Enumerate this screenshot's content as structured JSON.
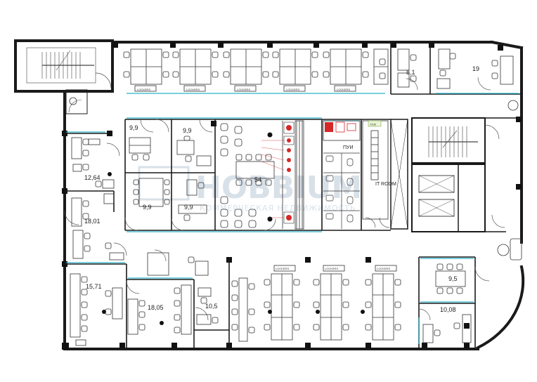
{
  "plan": {
    "rooms": [
      {
        "id": "r1",
        "label": "8,1"
      },
      {
        "id": "r2",
        "label": "19"
      },
      {
        "id": "r3",
        "label": "9,9"
      },
      {
        "id": "r4",
        "label": "9,9"
      },
      {
        "id": "r5",
        "label": "12,64"
      },
      {
        "id": "r6",
        "label": "9,9"
      },
      {
        "id": "r7",
        "label": "9,9"
      },
      {
        "id": "r8",
        "label": "54"
      },
      {
        "id": "r9",
        "label": "18,01"
      },
      {
        "id": "r10",
        "label": "15,71"
      },
      {
        "id": "r11",
        "label": "18,05"
      },
      {
        "id": "r12",
        "label": "10,5"
      },
      {
        "id": "r13",
        "label": "9,5"
      },
      {
        "id": "r14",
        "label": "10,08"
      }
    ],
    "lockers_label": "LOCKERS",
    "pui_label": "ПУИ",
    "it_room_label": "IT ROOM",
    "it_code": "7205",
    "watermark": {
      "logo": "HOBBIUM",
      "subtitle": "КОММЕРЧЕСКАЯ НЕДВИЖИМОСТЬ"
    },
    "colors": {
      "wall": "#1a1a1a",
      "glass": "#2bb5c9",
      "furniture": "#333333",
      "equipment": "#d62828",
      "watermark": "#b9c8d6"
    }
  }
}
